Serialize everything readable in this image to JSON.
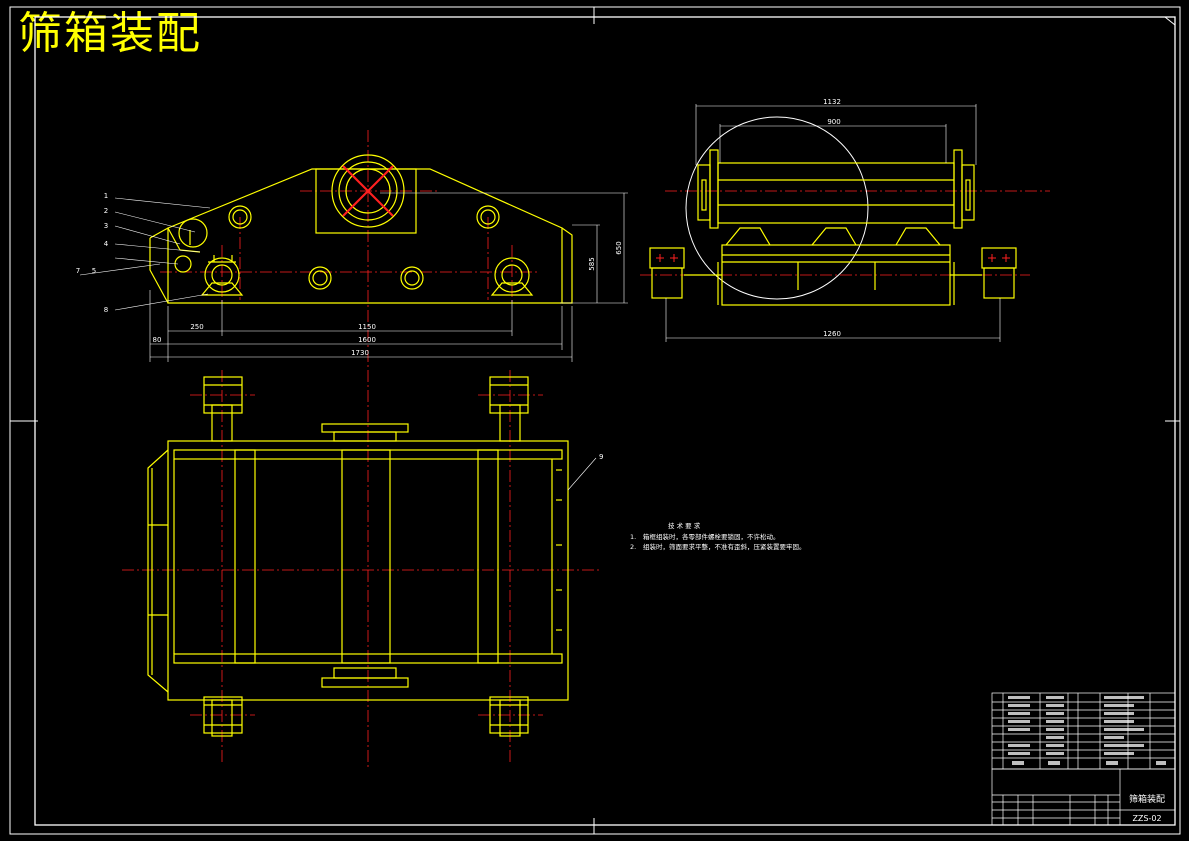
{
  "drawing": {
    "title": "筛箱装配",
    "colors": {
      "background": "#000000",
      "outline": "#ffffff",
      "part": "#ffff00",
      "centerline": "#ff2020"
    }
  },
  "front_view": {
    "dims": [
      "250",
      "1150",
      "80",
      "1600",
      "1730",
      "585",
      "650"
    ],
    "leaders": [
      "1",
      "2",
      "3",
      "4",
      "7",
      "8",
      "5"
    ]
  },
  "side_view": {
    "dims": [
      "1132",
      "900",
      "1260"
    ]
  },
  "plan_view": {
    "leader": "9"
  },
  "notes": {
    "heading": "技 术 要 求",
    "items": [
      {
        "num": "1.",
        "text": "箱框组装时，各零部件螺栓要锁固，不许松动。"
      },
      {
        "num": "2.",
        "text": "组装时，筛面要求平整，不准有歪斜，压紧装置要牢固。"
      }
    ]
  },
  "title_block": {
    "name": "筛箱装配",
    "code": "ZZS-02"
  }
}
